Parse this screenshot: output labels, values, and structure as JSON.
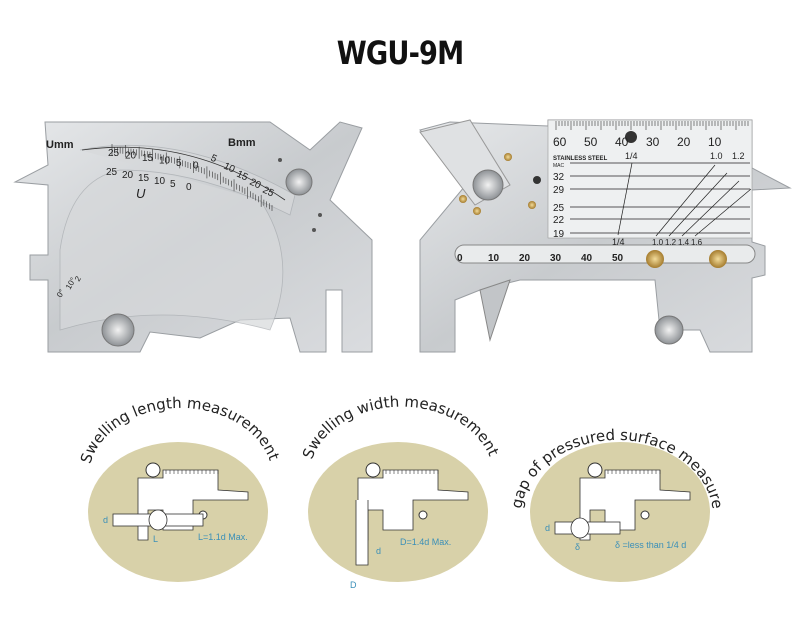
{
  "title": "WGU-9M",
  "left_gauge": {
    "u_label": "Umm",
    "b_label": "Bmm",
    "u_mark": "U",
    "upper_scale": [
      "25",
      "20",
      "15",
      "10",
      "5",
      "0"
    ],
    "lower_scale": [
      "25",
      "20",
      "15",
      "10",
      "5",
      "0"
    ],
    "b_scale": [
      "5",
      "10",
      "15",
      "20",
      "25"
    ],
    "angle_scale": [
      "0°",
      "10°",
      "2"
    ]
  },
  "right_gauge": {
    "top_scale": [
      "60",
      "50",
      "40",
      "30",
      "20",
      "10"
    ],
    "bottom_scale": [
      "0",
      "10",
      "20",
      "30",
      "40",
      "50"
    ],
    "material_label": "STAINLESS STEEL",
    "mac_label": "MAC",
    "vertical_scale": [
      "32",
      "29",
      "25",
      "22",
      "19"
    ],
    "fraction_top": "1/4",
    "fraction_bottom": "1/4",
    "ratio_top": [
      "1.0",
      "1.2"
    ],
    "ratio_bottom": [
      "1.0",
      "1.2",
      "1.4",
      "1.6"
    ]
  },
  "diagrams": [
    {
      "caption": "Swelling length measurement",
      "note": "L=1.1d Max.",
      "dim_labels": [
        "d",
        "L"
      ]
    },
    {
      "caption": "Swelling width measurement",
      "note": "D=1.4d Max.",
      "dim_labels": [
        "d",
        "D"
      ]
    },
    {
      "caption": "Core gap of pressured surface measurement",
      "note": "δ =less than 1/4 d",
      "dim_labels": [
        "d",
        "δ"
      ]
    }
  ],
  "colors": {
    "oval": "#d8d1a9",
    "steel": "#cfd2d4",
    "brass": "#c9a35a",
    "annotation": "#3a8fb8"
  }
}
